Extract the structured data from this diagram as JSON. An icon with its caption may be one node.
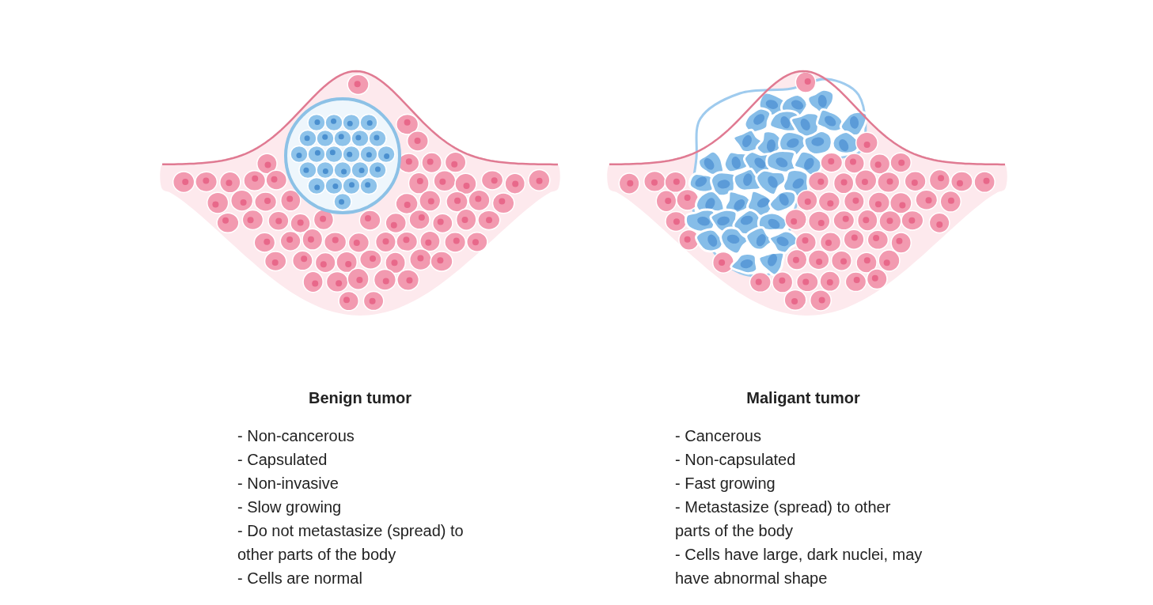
{
  "diagram": {
    "labels": [
      "Benign tumor",
      "- Non-cancerous",
      "- Capsulated",
      "- Non-invasive",
      "- Slow growing",
      "- Do not metastasize (spread) to other parts of the body",
      "- Cells are normal",
      "Maligant tumor",
      "- Cancerous",
      "- Non-capsulated",
      "- Fast growing",
      "- Metastasize (spread) to other parts of the body",
      "- Cells have large, dark nuclei, may have abnormal shape"
    ]
  }
}
